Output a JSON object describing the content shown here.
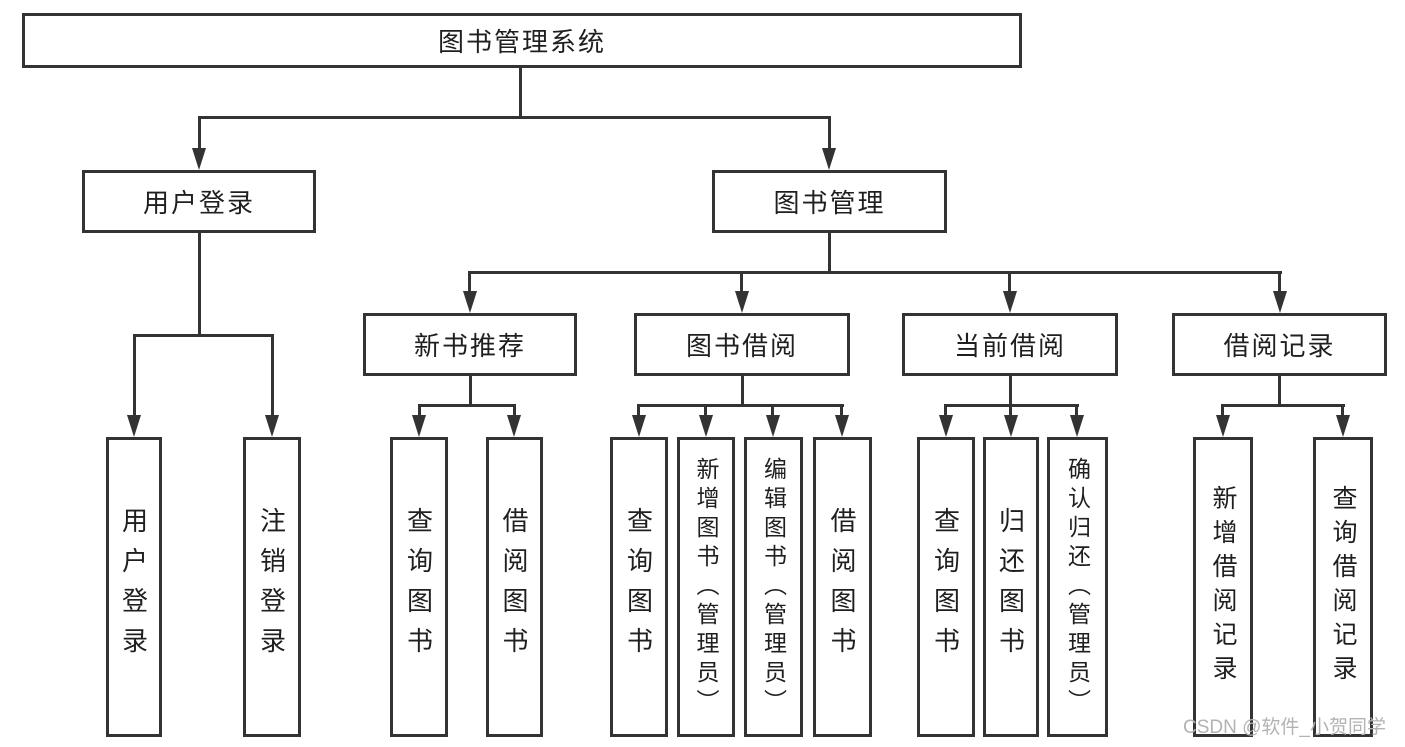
{
  "tree": {
    "label": "图书管理系统",
    "children": [
      {
        "label": "用户登录",
        "children": [
          {
            "label": "用户登录"
          },
          {
            "label": "注销登录"
          }
        ]
      },
      {
        "label": "图书管理",
        "children": [
          {
            "label": "新书推荐",
            "children": [
              {
                "label": "查询图书"
              },
              {
                "label": "借阅图书"
              }
            ]
          },
          {
            "label": "图书借阅",
            "children": [
              {
                "label": "查询图书"
              },
              {
                "label": "新增图书（管理员）"
              },
              {
                "label": "编辑图书（管理员）"
              },
              {
                "label": "借阅图书"
              }
            ]
          },
          {
            "label": "当前借阅",
            "children": [
              {
                "label": "查询图书"
              },
              {
                "label": "归还图书"
              },
              {
                "label": "确认归还（管理员）"
              }
            ]
          },
          {
            "label": "借阅记录",
            "children": [
              {
                "label": "新增借阅记录"
              },
              {
                "label": "查询借阅记录"
              }
            ]
          }
        ]
      }
    ]
  },
  "watermark": {
    "text": "CSDN @软件_小贺同学"
  },
  "colors": {
    "line": "#333333",
    "text": "#1f1f1f",
    "background": "#ffffff",
    "watermark": "#b3b3b3"
  }
}
